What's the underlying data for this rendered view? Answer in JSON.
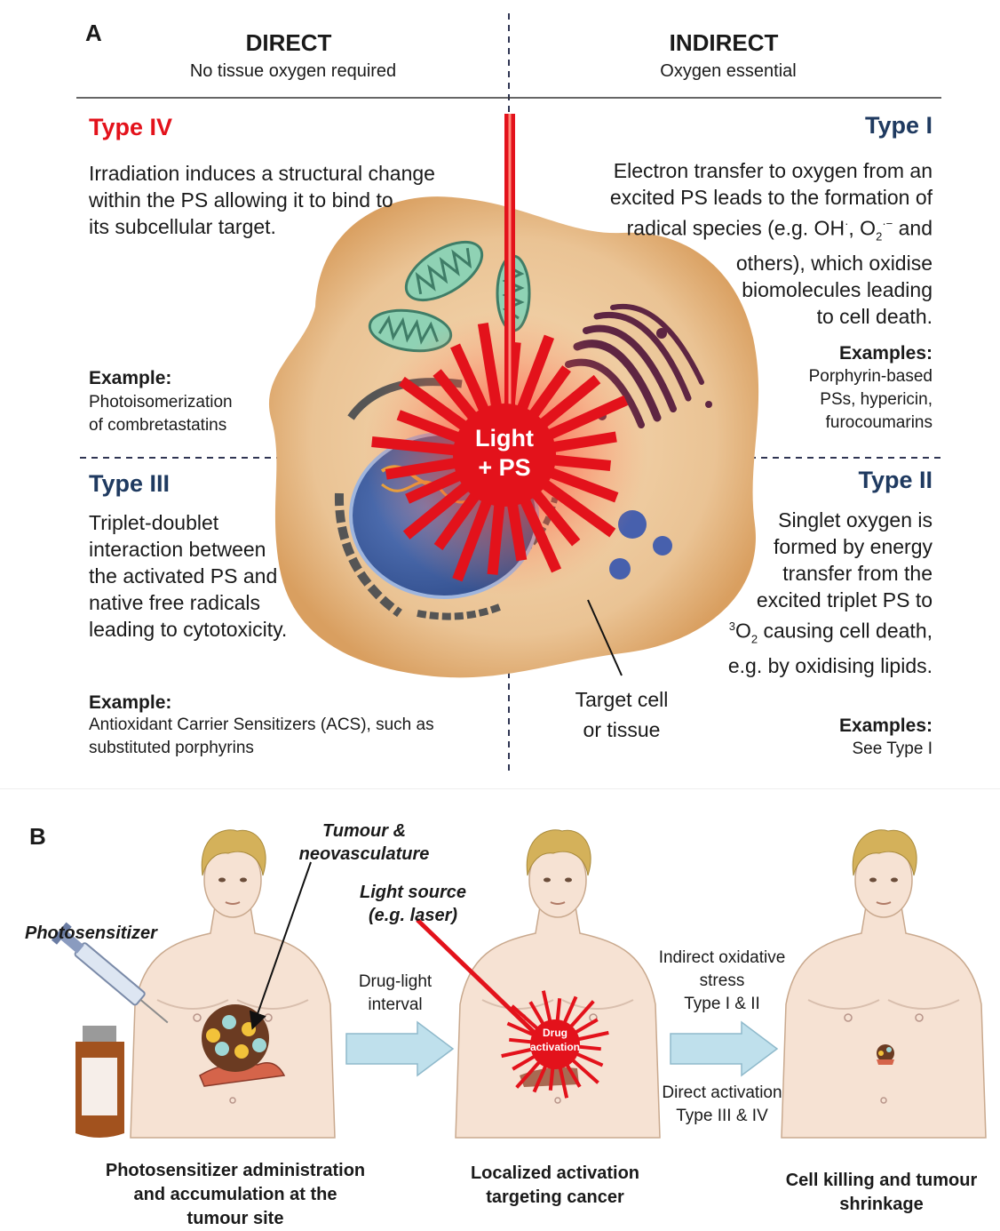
{
  "panel_a": {
    "letter": "A",
    "direct": {
      "title": "DIRECT",
      "subtitle": "No tissue oxygen required"
    },
    "indirect": {
      "title": "INDIRECT",
      "subtitle": "Oxygen essential"
    },
    "type_iv": {
      "title": "Type IV",
      "lines": [
        "Irradiation induces a structural change",
        "within the PS allowing it to bind to",
        "its subcellular target."
      ],
      "example_title": "Example:",
      "example_lines": [
        "Photoisomerization",
        "of combretastatins"
      ]
    },
    "type_i": {
      "title": "Type I",
      "lines": [
        "Electron  transfer to oxygen from an",
        "excited PS leads to the formation of"
      ],
      "line3_a": "radical species (e.g. OH",
      "line3_sup1": "·",
      "line3_b": ", O",
      "line3_sub": "2",
      "line3_sup2": "·−",
      "line3_c": " and",
      "lines_after": [
        "others), which oxidise",
        "biomolecules leading",
        "to cell death."
      ],
      "example_title": "Examples:",
      "example_lines": [
        "Porphyrin-based",
        "PSs, hypericin,",
        "furocoumarins"
      ]
    },
    "type_iii": {
      "title": "Type III",
      "lines": [
        "Triplet-doublet",
        "interaction between",
        "the activated PS and",
        "native free radicals",
        "leading to cytotoxicity."
      ],
      "example_title": "Example:",
      "example_lines": [
        "Antioxidant Carrier Sensitizers (ACS), such as",
        "substituted porphyrins"
      ]
    },
    "type_ii": {
      "title": "Type II",
      "lines": [
        "Singlet oxygen is",
        "formed by energy",
        "transfer from the",
        "excited triplet PS to"
      ],
      "line5_sup": "3",
      "line5_a": "O",
      "line5_sub": "2",
      "line5_b": " causing cell death,",
      "line6": "e.g. by oxidising lipids.",
      "example_title": "Examples:",
      "example_lines": [
        "See Type I"
      ]
    },
    "center_label": [
      "Light",
      "+ PS"
    ],
    "target_label": [
      "Target cell",
      "or tissue"
    ]
  },
  "panel_b": {
    "letter": "B",
    "photosensitizer_label": "Photosensitizer",
    "tumour_label": [
      "Tumour &",
      "neovasculature"
    ],
    "light_source_label": [
      "Light source",
      "(e.g. laser)"
    ],
    "drug_activation_label": [
      "Drug",
      "activation"
    ],
    "arrow1_label": [
      "Drug-light",
      "interval"
    ],
    "arrow2_label_top": [
      "Indirect oxidative",
      "stress",
      "Type I & II"
    ],
    "arrow2_label_bottom": [
      "Direct activation",
      "Type III & IV"
    ],
    "stage1": [
      "Photosensitizer administration",
      "and accumulation at the",
      "tumour site"
    ],
    "stage2": [
      "Localized activation",
      "targeting cancer"
    ],
    "stage3": [
      "Cell killing and tumour",
      "shrinkage"
    ]
  },
  "colors": {
    "red": "#e3121b",
    "navy": "#1f3a60",
    "cell": "#e9bf8e",
    "nucleus": "#3c5fa8",
    "mito": "#8fd2b4",
    "golgi": "#6b2d4c",
    "arrow": "#bfe0ec",
    "skin": "#f6e2d3",
    "hair": "#d4b15a"
  }
}
